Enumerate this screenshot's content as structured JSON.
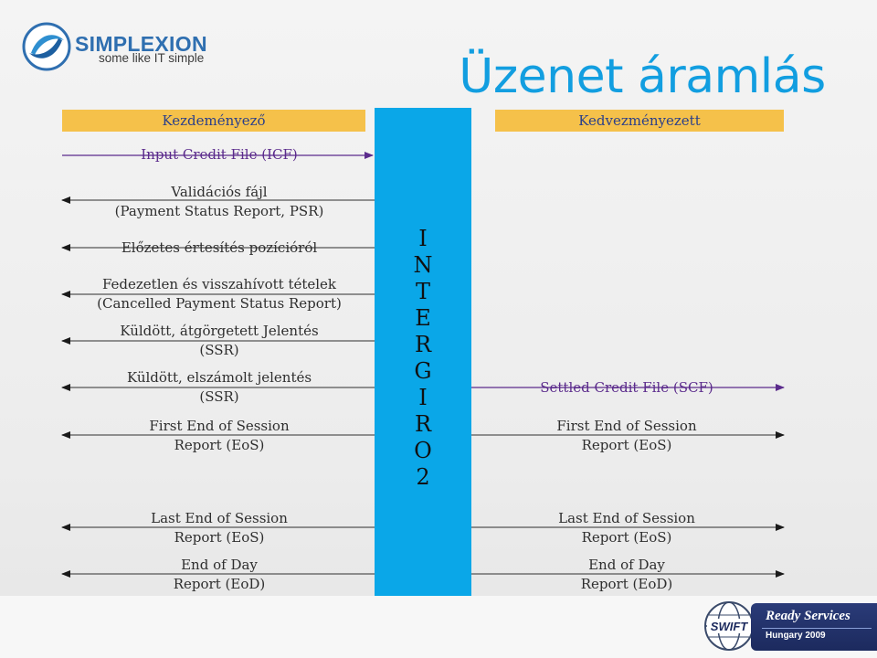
{
  "logo": {
    "name": "SIMPLEXION",
    "tagline": "some like IT simple"
  },
  "title": "Üzenet áramlás",
  "headers": {
    "left": "Kezdeményező",
    "right": "Kedvezményezett"
  },
  "central_bar": {
    "letters": [
      "I",
      "N",
      "T",
      "E",
      "R",
      "G",
      "I",
      "R",
      "O",
      "2"
    ]
  },
  "messages_left": [
    {
      "lines": [
        "Input Credit File (ICF)"
      ]
    },
    {
      "lines": [
        "Validációs fájl",
        "(Payment Status Report, PSR)"
      ]
    },
    {
      "lines": [
        "Előzetes értesítés pozícióról"
      ]
    },
    {
      "lines": [
        "Fedezetlen és visszahívott tételek",
        "(Cancelled Payment Status Report)"
      ]
    },
    {
      "lines": [
        "Küldött, átgörgetett Jelentés",
        "(SSR)"
      ]
    },
    {
      "lines": [
        "Küldött, elszámolt jelentés",
        "(SSR)"
      ]
    },
    {
      "lines": [
        "First End of Session",
        "Report (EoS)"
      ]
    },
    {
      "lines": [
        "Last End of Session",
        "Report (EoS)"
      ]
    },
    {
      "lines": [
        "End of Day",
        "Report (EoD)"
      ]
    }
  ],
  "messages_right": [
    {
      "lines": [
        "Settled Credit File (SCF)"
      ]
    },
    {
      "lines": [
        "First End of Session",
        "Report (EoS)"
      ]
    },
    {
      "lines": [
        "Last End of Session",
        "Report (EoS)"
      ]
    },
    {
      "lines": [
        "End of Day",
        "Report (EoD)"
      ]
    }
  ],
  "footer": {
    "brand": "SWIFT",
    "product": "Ready Services",
    "subtitle": "Hungary 2009"
  },
  "colors": {
    "title": "#129ee0",
    "bar": "#0aa7e8",
    "header": "#f5c14a",
    "header_text": "#2a3f8a",
    "accent_purple": "#5b2b8c",
    "arrow_gray": "#555555"
  }
}
